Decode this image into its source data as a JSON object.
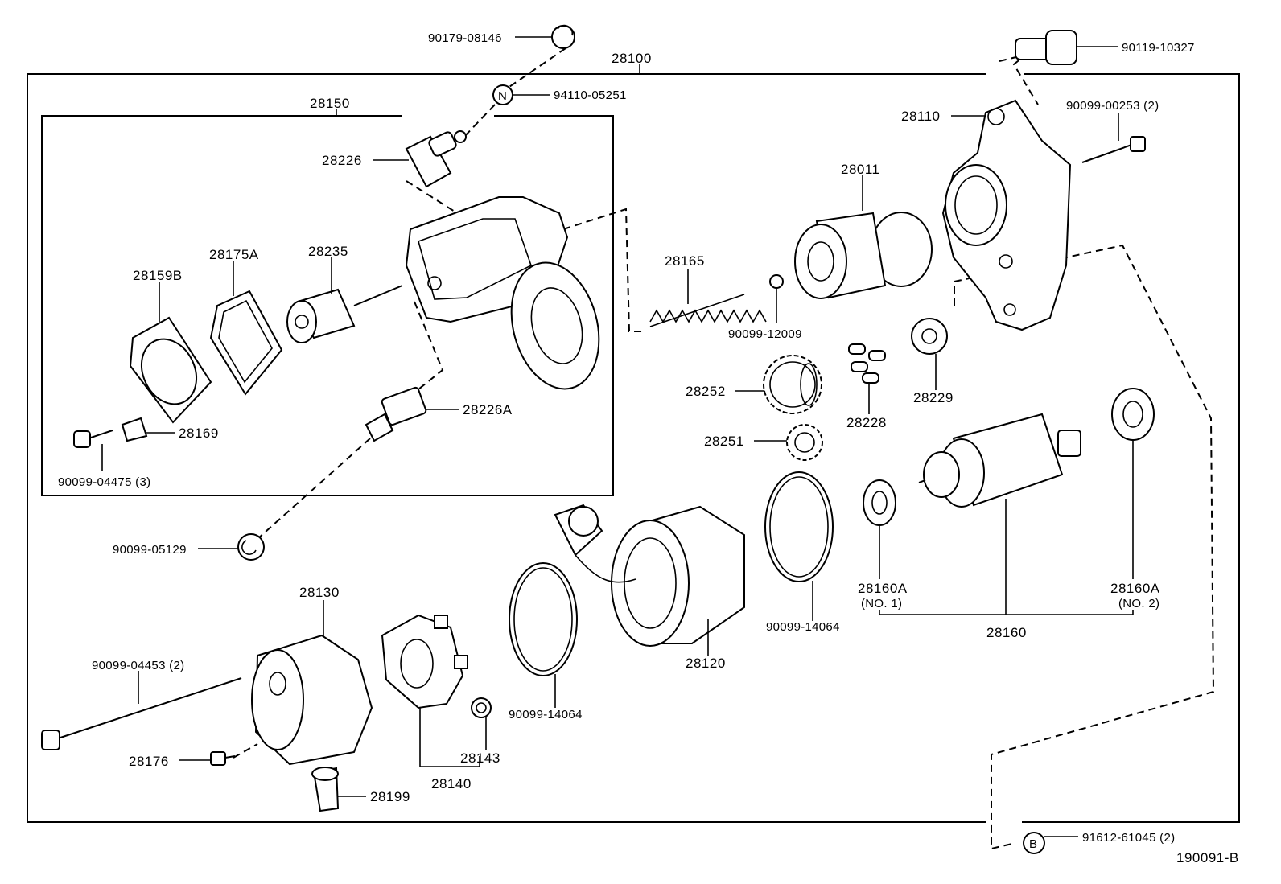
{
  "diagram_id": "190091-B",
  "labels": {
    "assy": "28100",
    "sub_assy": "28150",
    "p90179_08146": "90179-08146",
    "p94110_05251": "94110-05251",
    "p90119_10327": "90119-10327",
    "p90099_00253": "90099-00253 (2)",
    "p28110": "28110",
    "p28226": "28226",
    "p28011": "28011",
    "p28175A": "28175A",
    "p28235": "28235",
    "p28159B": "28159B",
    "p28165": "28165",
    "p90099_12009": "90099-12009",
    "p28252": "28252",
    "p28228": "28228",
    "p28229": "28229",
    "p28226A": "28226A",
    "p28169": "28169",
    "p90099_04475": "90099-04475 (3)",
    "p28251": "28251",
    "p90099_05129": "90099-05129",
    "p28130": "28130",
    "p28160A_1": "28160A",
    "p28160A_1_note": "(NO. 1)",
    "p28160A_2": "28160A",
    "p28160A_2_note": "(NO. 2)",
    "p28160": "28160",
    "p90099_14064_a": "90099-14064",
    "p90099_04453": "90099-04453 (2)",
    "p28120": "28120",
    "p90099_14064_b": "90099-14064",
    "p28143": "28143",
    "p28176": "28176",
    "p28140": "28140",
    "p28199": "28199",
    "p91612_61045": "91612-61045 (2)",
    "callout_n": "N",
    "callout_b": "B"
  }
}
